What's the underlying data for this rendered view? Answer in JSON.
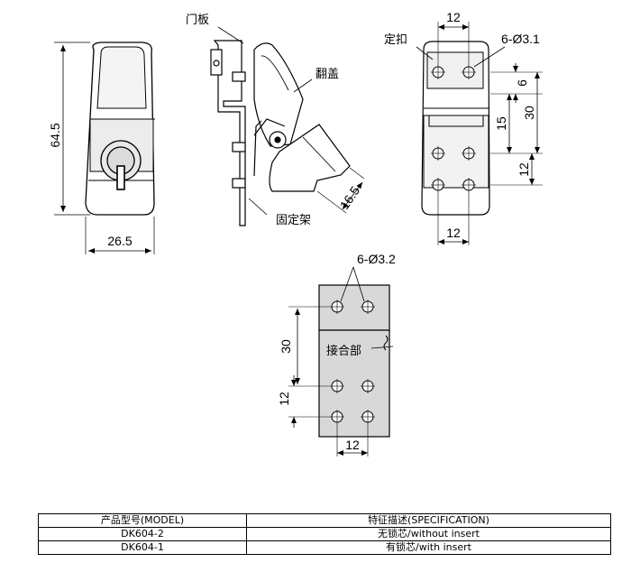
{
  "drawing": {
    "front_view": {
      "height_dim": "64.5",
      "width_dim": "26.5"
    },
    "side_view": {
      "door_label": "门板",
      "lid_label": "翻盖",
      "bracket_label": "固定架",
      "dim": "16.5"
    },
    "back_view": {
      "catch_label": "定扣",
      "hole_callout": "6-Ø3.1",
      "top_width": "12",
      "dim_6": "6",
      "dim_30": "30",
      "dim_15": "15",
      "dim_12_side": "12",
      "bottom_width": "12"
    },
    "plate_view": {
      "hole_callout": "6-Ø3.2",
      "joint_label": "接合部",
      "dim_30": "30",
      "dim_12_side": "12",
      "bottom_width": "12"
    }
  },
  "spec_table": {
    "headers": [
      "产品型号(MODEL)",
      "特征描述(SPECIFICATION)"
    ],
    "rows": [
      {
        "model": "DK604-2",
        "spec": "无锁芯/without insert"
      },
      {
        "model": "DK604-1",
        "spec": "有锁芯/with insert"
      }
    ]
  }
}
